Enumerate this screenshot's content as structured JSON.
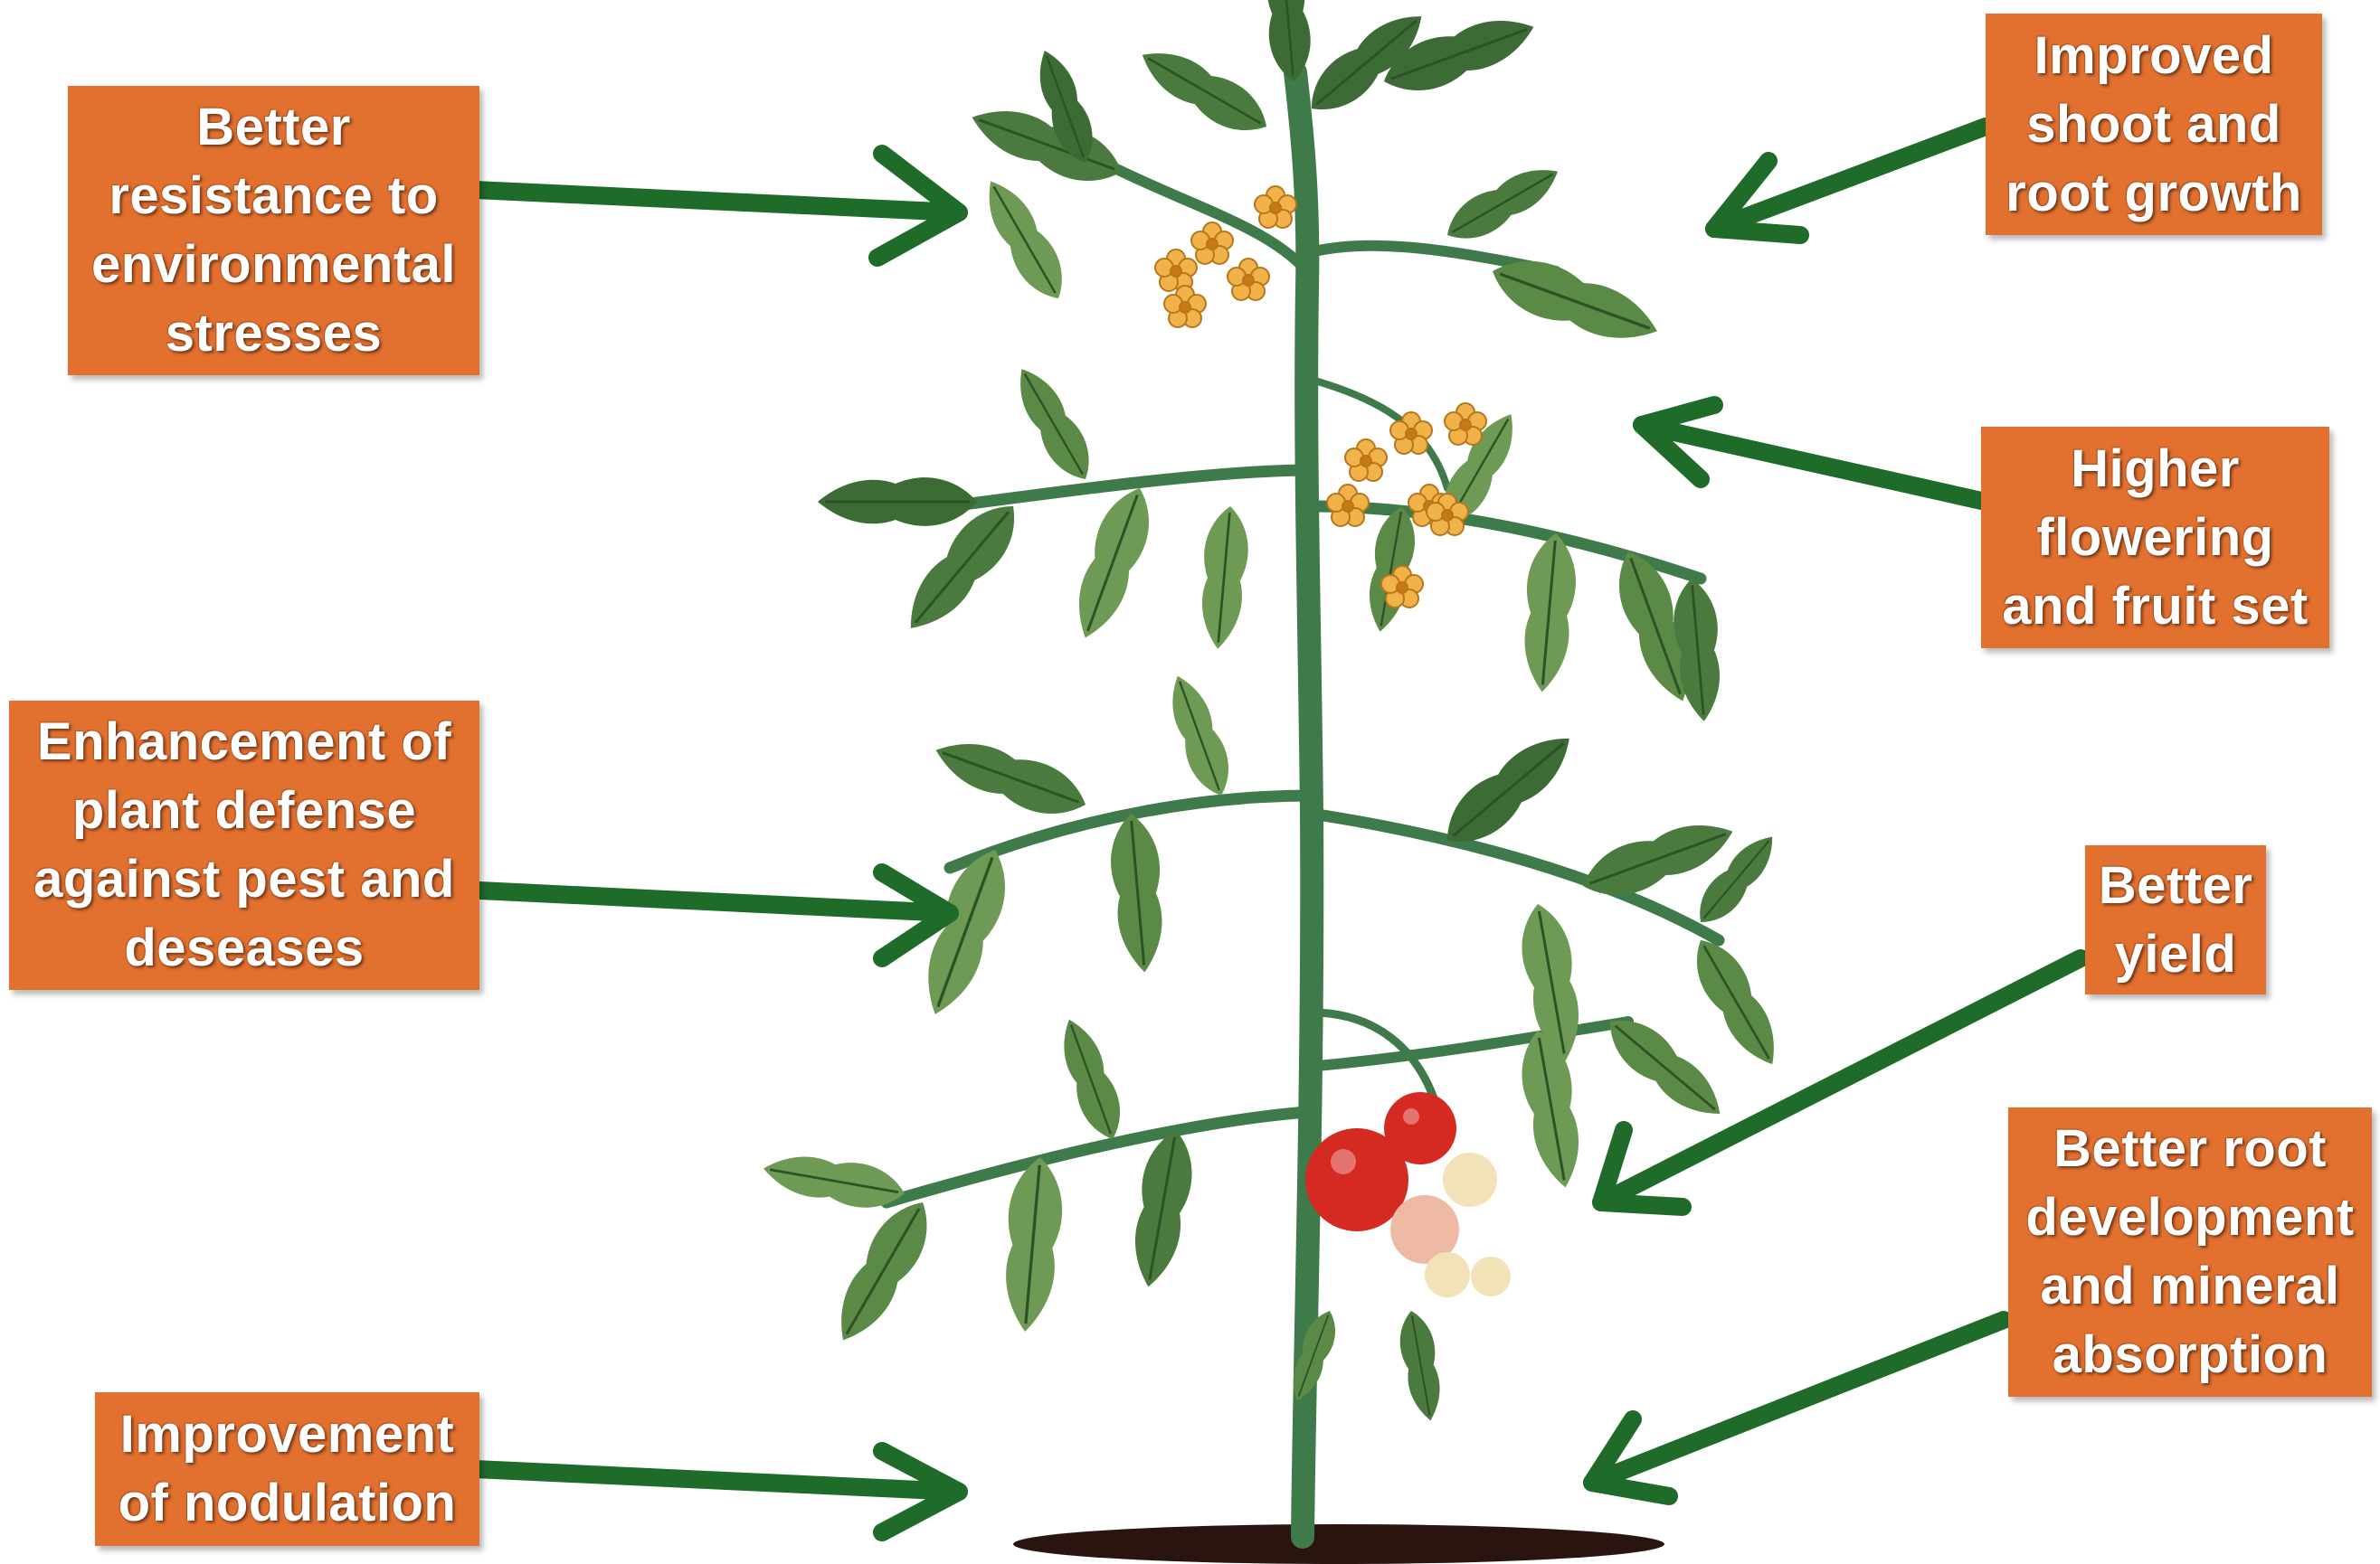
{
  "labels": {
    "stress": [
      "Better",
      "resistance to",
      "environmental",
      "stresses"
    ],
    "growth": [
      "Improved",
      "shoot and",
      "root growth"
    ],
    "flowering": [
      "Higher",
      "flowering",
      "and fruit set"
    ],
    "defense": [
      "Enhancement of",
      "plant defense",
      "against pest and",
      "deseases"
    ],
    "yield": [
      "Better",
      "yield"
    ],
    "root": [
      "Better root",
      "development",
      "and mineral",
      "absorption"
    ],
    "nodulation": [
      "Improvement",
      "of nodulation"
    ]
  },
  "colors": {
    "box_fill": "#e2702f",
    "box_text": "#ffffff",
    "arrow": "#1f6b2a",
    "stem": "#3f7a4a",
    "leaf_dark": "#3d6b35",
    "leaf_light": "#6f9a55",
    "flower": "#f2b24a",
    "tomato_red": "#d42a22",
    "tomato_unripe": "#f2e2b8",
    "soil": "#2a1410"
  },
  "illustration": "tomato-plant"
}
